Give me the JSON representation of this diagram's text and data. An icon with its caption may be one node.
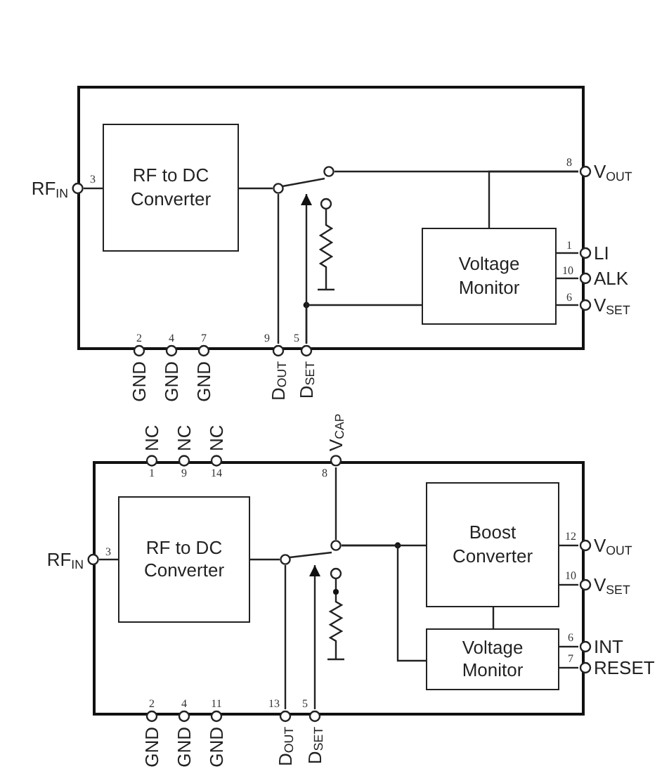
{
  "diagram": {
    "nodes": [
      {
        "text": [],
        "shape": "box"
      },
      {
        "text": [
          "RF to DC Converter"
        ],
        "in": 0
      },
      {
        "text": [],
        "shape": "switch",
        "in": 0
      },
      {
        "text": [
          "Voltage Monitor"
        ],
        "in": 0
      },
      {
        "text": [
          "RF$_{IN}$"
        ],
        "beside": [
          "3"
        ]
      },
      {
        "text": [
          "V$_{OUT}$"
        ],
        "beside": [
          "8"
        ]
      },
      {
        "text": [
          "LI"
        ],
        "beside": [
          "1"
        ]
      },
      {
        "text": [
          "ALK"
        ],
        "beside": [
          "10"
        ]
      },
      {
        "text": [
          "V$_{SET}$"
        ],
        "beside": [
          "6"
        ]
      },
      {
        "text": [
          "GND"
        ],
        "beside": [
          "2"
        ]
      },
      {
        "text": [
          "GND"
        ],
        "beside": [
          "4"
        ]
      },
      {
        "text": [
          "GND"
        ],
        "beside": [
          "7"
        ]
      },
      {
        "text": [
          "D$_{OUT}$"
        ],
        "beside": [
          "9"
        ]
      },
      {
        "text": [
          "D$_{SET}$"
        ],
        "beside": [
          "5"
        ]
      },
      {
        "text": [],
        "shape": "box"
      },
      {
        "text": [
          "NC"
        ],
        "beside": [
          "1"
        ]
      },
      {
        "text": [
          "NC"
        ],
        "beside": [
          "9"
        ]
      },
      {
        "text": [
          "NC"
        ],
        "beside": [
          "14"
        ]
      },
      {
        "text": [
          "V$_{CAP}$"
        ],
        "beside": [
          "8"
        ]
      },
      {
        "text": [
          "RF to DC Converter"
        ],
        "in": 14
      },
      {
        "text": [],
        "shape": "switch",
        "in": 14
      },
      {
        "text": [
          "Boost Converter"
        ],
        "in": 14
      },
      {
        "text": [
          "Voltage Monitor"
        ],
        "in": 14
      },
      {
        "text": [
          "RF$_{IN}$"
        ],
        "beside": [
          "3"
        ]
      },
      {
        "text": [
          "V$_{OUT}$"
        ],
        "beside": [
          "12"
        ]
      },
      {
        "text": [
          "V$_{SET}$"
        ],
        "beside": [
          "10"
        ]
      },
      {
        "text": [
          "INT"
        ],
        "beside": [
          "6"
        ]
      },
      {
        "text": [
          "RESET"
        ],
        "beside": [
          "7"
        ]
      },
      {
        "text": [
          "GND"
        ],
        "beside": [
          "2"
        ]
      },
      {
        "text": [
          "GND"
        ],
        "beside": [
          "4"
        ]
      },
      {
        "text": [
          "GND"
        ],
        "beside": [
          "11"
        ]
      },
      {
        "text": [
          "D$_{OUT}$"
        ],
        "beside": [
          "13"
        ]
      },
      {
        "text": [
          "D$_{SET}$"
        ],
        "beside": [
          "5"
        ]
      }
    ],
    "edges": [
      {
        "from": 4,
        "to": 1,
        "arrow": "none"
      },
      {
        "from": 1,
        "to": 2,
        "arrow": "none"
      },
      {
        "from": 12,
        "to": 2,
        "arrow": "none"
      },
      {
        "from": 2,
        "to": 5,
        "arrow": "none"
      },
      {
        "from": 13,
        "to": 2,
        "arrow": "to"
      },
      {
        "from": 13,
        "to": 3,
        "arrow": "none"
      },
      {
        "from": 3,
        "to": 5,
        "arrow": "none"
      },
      {
        "from": 3,
        "to": 6,
        "arrow": "none"
      },
      {
        "from": 3,
        "to": 7,
        "arrow": "none"
      },
      {
        "from": 3,
        "to": 8,
        "arrow": "none"
      },
      {
        "from": 23,
        "to": 19,
        "arrow": "none"
      },
      {
        "from": 19,
        "to": 20,
        "arrow": "none"
      },
      {
        "from": 31,
        "to": 20,
        "arrow": "none"
      },
      {
        "from": 18,
        "to": 20,
        "arrow": "none"
      },
      {
        "from": 20,
        "to": 21,
        "arrow": "none"
      },
      {
        "from": 20,
        "to": 22,
        "arrow": "none"
      },
      {
        "from": 21,
        "to": 22,
        "arrow": "none"
      },
      {
        "from": 21,
        "to": 24,
        "arrow": "none"
      },
      {
        "from": 21,
        "to": 25,
        "arrow": "none"
      },
      {
        "from": 22,
        "to": 26,
        "arrow": "none"
      },
      {
        "from": 22,
        "to": 27,
        "arrow": "none"
      },
      {
        "from": 32,
        "to": 20,
        "arrow": "to"
      }
    ]
  }
}
